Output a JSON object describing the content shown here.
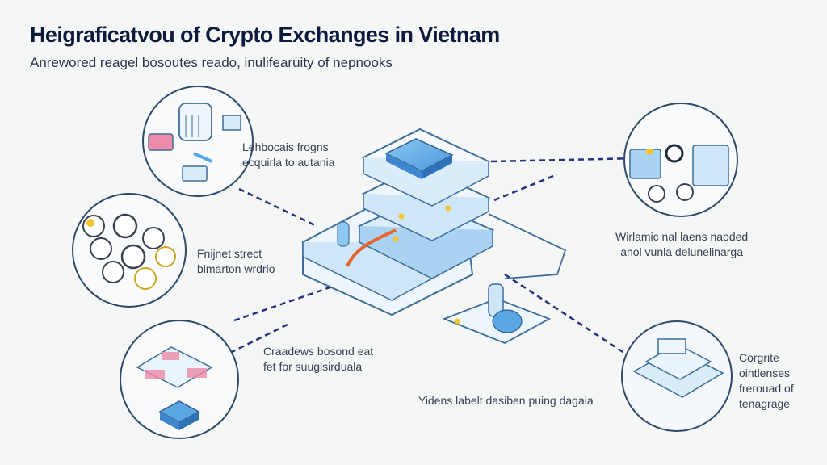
{
  "header": {
    "title": "Heigraficatvou of Crypto Exchanges in Vietnam",
    "subtitle": "Anrewored reagel bosoutes reado, inulifearuity of nepnooks"
  },
  "callouts": [
    {
      "id": "top-left",
      "icon": "vault-security-icon",
      "lines": [
        "Lehbocais frogns",
        "ecquirla to autania"
      ]
    },
    {
      "id": "mid-left",
      "icon": "coin-network-icon",
      "lines": [
        "Fnijnet strect",
        "bimarton wrdrio"
      ]
    },
    {
      "id": "bottom-left",
      "icon": "layered-blocks-icon",
      "lines": [
        "Craadews bosond eat",
        "fet for suuglsirduala"
      ]
    },
    {
      "id": "top-right",
      "icon": "user-devices-icon",
      "lines": [
        "Wirlamic nal laens naoded",
        "anol vunla delunelinarga"
      ]
    },
    {
      "id": "bottom-right",
      "icon": "stacked-platform-icon",
      "lines": [
        "Corgrite",
        "ointlenses",
        "frerouad of",
        "tenagrage"
      ]
    }
  ],
  "center": {
    "icon": "exchange-hub-icon",
    "caption": "Yidens labelt dasiben puing dagaia"
  },
  "colors": {
    "title": "#0e1a3d",
    "connector": "#27307a",
    "accent_blue": "#5aa7e3",
    "light_blue": "#d8ecfa",
    "outline": "#3f6d98",
    "highlight_orange": "#e8662e",
    "highlight_pink": "#ef8aa8",
    "highlight_yellow": "#f4c531"
  }
}
